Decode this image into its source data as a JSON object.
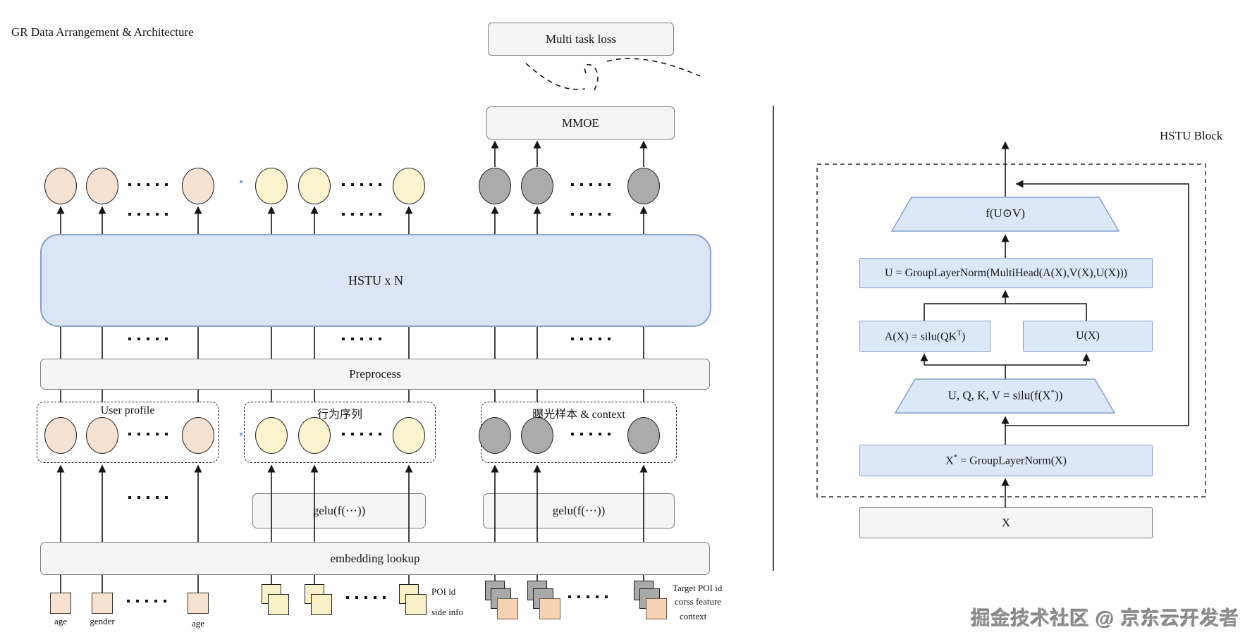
{
  "title": "GR Data Arrangement & Architecture",
  "colors": {
    "node_blue_fill": "#dce7f8",
    "node_blue_border": "#86a2cc",
    "node_grey_fill": "#f5f5f5",
    "hstu_fill": "#dbe5f6",
    "token_peach": "#f6e2d2",
    "token_yellow": "#fcf3cf",
    "token_grey": "#ababab",
    "line": "#161616"
  },
  "left_diagram": {
    "multi_task_loss_label": "Multi task loss",
    "mmoe_label": "MMOE",
    "hstu_label": "HSTU x N",
    "preprocess_label": "Preprocess",
    "group_user_profile_label": "User profile",
    "group_behavior_label": "行为序列",
    "group_exposure_label": "曝光样本 & context",
    "gelu_label": "gelu(f(⋯))",
    "embedding_label": "embedding lookup",
    "input_labels": {
      "age_1": "age",
      "gender": "gender",
      "age_2": "age",
      "poi_id": "POI id",
      "side_info": "side info",
      "target_poi_id": "Target POI id",
      "corss_feature": "corss feature",
      "context": "context"
    }
  },
  "right_diagram": {
    "block_title": "HSTU Block",
    "f_uv_label": "f(U⊙V)",
    "u_eq_label": "U = GroupLayerNorm(MultiHead(A(X),V(X),U(X)))",
    "ax_label_base": "A(X) = silu(QK",
    "ax_label_sup": "T",
    "ax_label_close": ")",
    "ux_label": "U(X)",
    "uqkv_label_base": "U, Q, K, V = silu(f(X",
    "uqkv_label_sup": "*",
    "uqkv_label_close": "))",
    "xstar_label_base": "X",
    "xstar_label_sup": "*",
    "xstar_label_close": " = GroupLayerNorm(X)",
    "x_label": "X"
  },
  "watermark": "掘金技术社区 @ 京东云开发者"
}
